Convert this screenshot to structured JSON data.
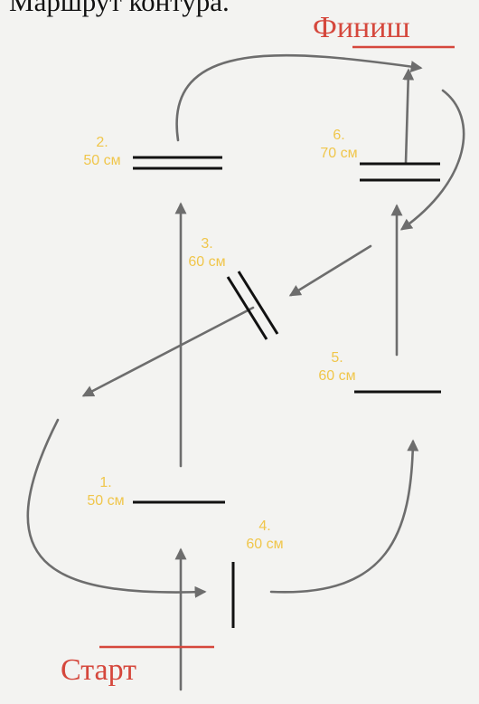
{
  "title": "Маршрут контура.",
  "start_label": "Старт",
  "finish_label": "Финиш",
  "colors": {
    "background": "#f3f3f1",
    "arrow": "#6d6d6d",
    "obstacle": "#111111",
    "label": "#f0c64b",
    "endpoint": "#d5473c"
  },
  "obstacles": [
    {
      "number": "1.",
      "length": "50 см"
    },
    {
      "number": "2.",
      "length": "50 см"
    },
    {
      "number": "3.",
      "length": "60 см"
    },
    {
      "number": "4.",
      "length": "60 см"
    },
    {
      "number": "5.",
      "length": "60 см"
    },
    {
      "number": "6.",
      "length": "70 см"
    }
  ]
}
